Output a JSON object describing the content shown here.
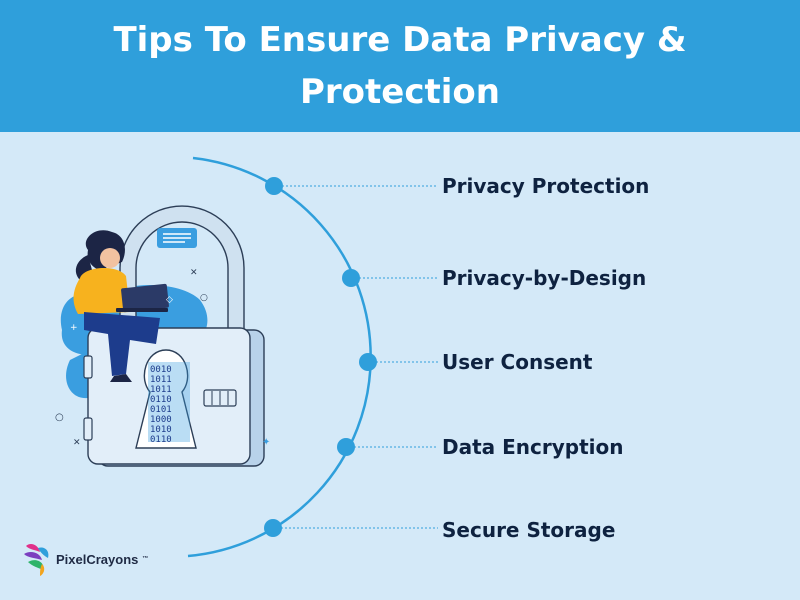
{
  "header": {
    "title": "Tips To Ensure Data Privacy & Protection"
  },
  "tips": [
    {
      "label": "Privacy Protection"
    },
    {
      "label": "Privacy-by-Design"
    },
    {
      "label": "User Consent"
    },
    {
      "label": "Data Encryption"
    },
    {
      "label": "Secure Storage"
    }
  ],
  "illustration": {
    "binary_rows": [
      "0010",
      "1011",
      "1011",
      "0110",
      "0101",
      "1000",
      "1010",
      "0110"
    ]
  },
  "brand": {
    "name": "PixelCrayons",
    "trademark": "™"
  },
  "colors": {
    "header": "#2f9fdb",
    "background": "#d4e9f8",
    "accent": "#2f9fdb",
    "text": "#0e2240"
  }
}
